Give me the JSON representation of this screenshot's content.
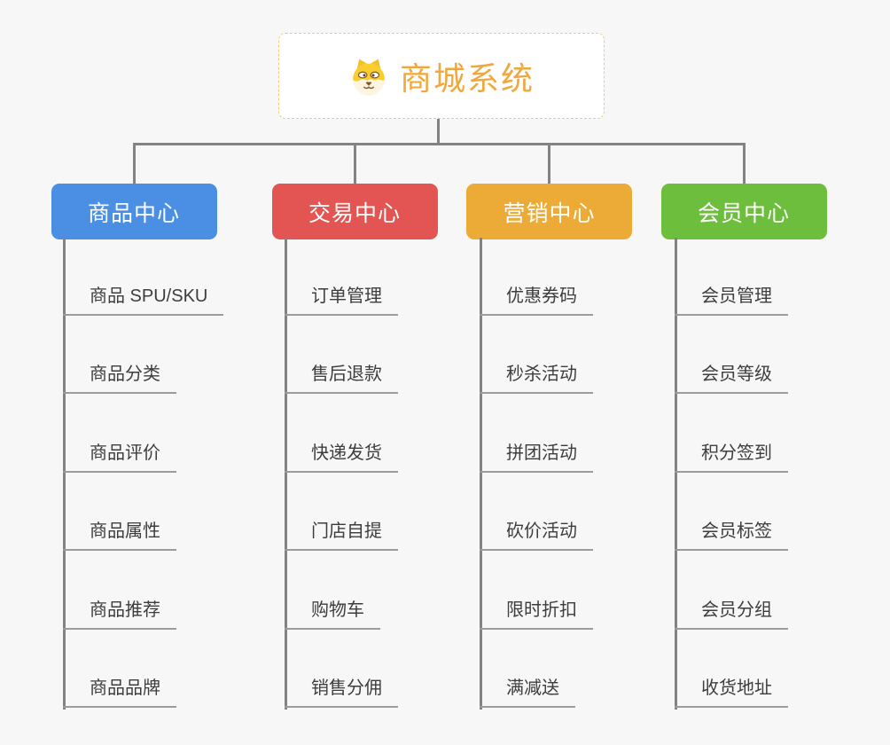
{
  "root": {
    "title": "商城系统",
    "icon": "dog-face-icon",
    "title_color": "#F0A73C",
    "border_color": "#F3C87D"
  },
  "palette": {
    "background": "#F7F7F7",
    "connector": "#838383",
    "underline": "#9B9B9B",
    "item_text": "#3D3D3D"
  },
  "branches": [
    {
      "label": "商品中心",
      "color": "#4A8FE4",
      "children": [
        "商品 SPU/SKU",
        "商品分类",
        "商品评价",
        "商品属性",
        "商品推荐",
        "商品品牌"
      ]
    },
    {
      "label": "交易中心",
      "color": "#E25552",
      "children": [
        "订单管理",
        "售后退款",
        "快递发货",
        "门店自提",
        "购物车",
        "销售分佣"
      ]
    },
    {
      "label": "营销中心",
      "color": "#ECAB37",
      "children": [
        "优惠券码",
        "秒杀活动",
        "拼团活动",
        "砍价活动",
        "限时折扣",
        "满减送"
      ]
    },
    {
      "label": "会员中心",
      "color": "#6CBE3C",
      "children": [
        "会员管理",
        "会员等级",
        "积分签到",
        "会员标签",
        "会员分组",
        "收货地址"
      ]
    }
  ]
}
